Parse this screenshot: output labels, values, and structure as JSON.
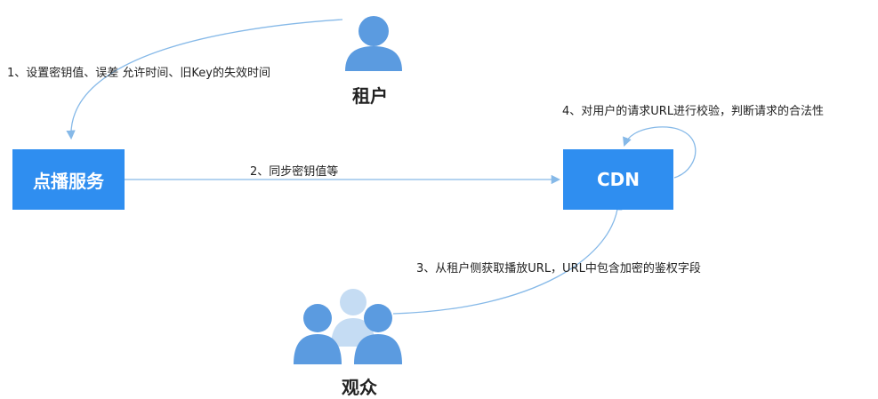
{
  "nodes": {
    "tenant": {
      "label": "租户",
      "icon": "user-icon"
    },
    "vod": {
      "label": "点播服务"
    },
    "cdn": {
      "label": "CDN"
    },
    "viewers": {
      "label": "观众",
      "icon": "users-group-icon"
    }
  },
  "steps": [
    {
      "label": "1、设置密钥值、误差 允许时间、旧Key的失效时间"
    },
    {
      "label": "2、同步密钥值等"
    },
    {
      "label": "3、从租户侧获取播放URL，URL中包含加密的鉴权字段"
    },
    {
      "label": "4、对用户的请求URL进行校验，判断请求的合法性"
    }
  ],
  "colors": {
    "box": "#2f8ef0",
    "icon": "#5b9be0",
    "icon_light": "#c5dcf3",
    "arrow": "#86b9e8"
  }
}
